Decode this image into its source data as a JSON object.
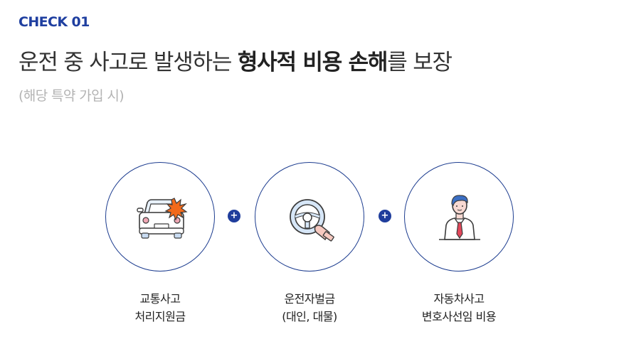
{
  "check_label": "CHECK 01",
  "headline": {
    "part1": "운전 중 사고로 발생하는 ",
    "bold1": "형사적 비용 손해",
    "part2": "를 보장"
  },
  "subnote": "(해당 특약 가입 시)",
  "plus_symbol": "+",
  "items": [
    {
      "icon": "car-crash-icon",
      "line1": "교통사고",
      "line2": "처리지원금"
    },
    {
      "icon": "steering-wheel-icon",
      "line1": "운전자벌금",
      "line2": "(대인, 대물)"
    },
    {
      "icon": "lawyer-icon",
      "line1": "자동차사고",
      "line2": "변호사선임 비용"
    }
  ],
  "colors": {
    "accent": "#1f3fa0",
    "circle_border": "#1c3c8f",
    "icon_fill": "#e8f1fb",
    "burst": "#f26a1b",
    "tie": "#e2475a"
  }
}
